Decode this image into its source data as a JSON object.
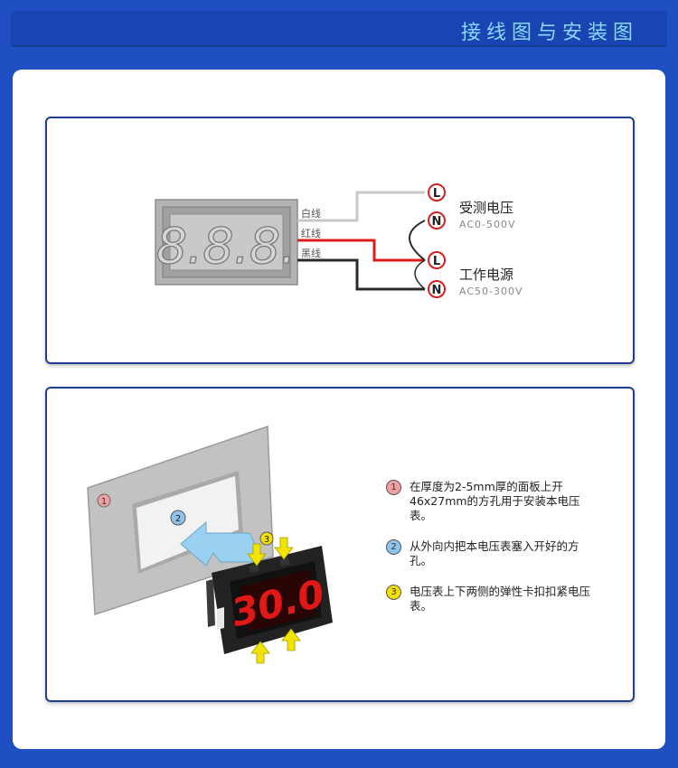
{
  "banner": {
    "title": "接线图与安装图"
  },
  "wiring": {
    "display_digits": "8.8.8.",
    "wires": [
      {
        "label": "白线",
        "color": "#c8c8c8"
      },
      {
        "label": "红线",
        "color": "#d81e1e"
      },
      {
        "label": "黑线",
        "color": "#2a2a2a"
      }
    ],
    "terminals": {
      "live": "L",
      "neutral": "N"
    },
    "measured": {
      "title": "受测电压",
      "range": "AC0-500V"
    },
    "supply": {
      "title": "工作电源",
      "range": "AC50-300V"
    }
  },
  "install": {
    "meter_reading": "30.0",
    "markers": [
      "1",
      "2",
      "3"
    ],
    "steps": [
      {
        "num": "1",
        "text": "在厚度为2-5mm厚的面板上开46x27mm的方孔用于安装本电压表。",
        "color": "#f0a0a0"
      },
      {
        "num": "2",
        "text": "从外向内把本电压表塞入开好的方孔。",
        "color": "#8ec3ee"
      },
      {
        "num": "3",
        "text": "电压表上下两侧的弹性卡扣扣紧电压表。",
        "color": "#f2e000"
      }
    ]
  },
  "colors": {
    "background": "#1f4fc2",
    "panel_border": "#1e3f8f",
    "arrow": "#f2e400",
    "insert_arrow": "#9ad0f0"
  }
}
